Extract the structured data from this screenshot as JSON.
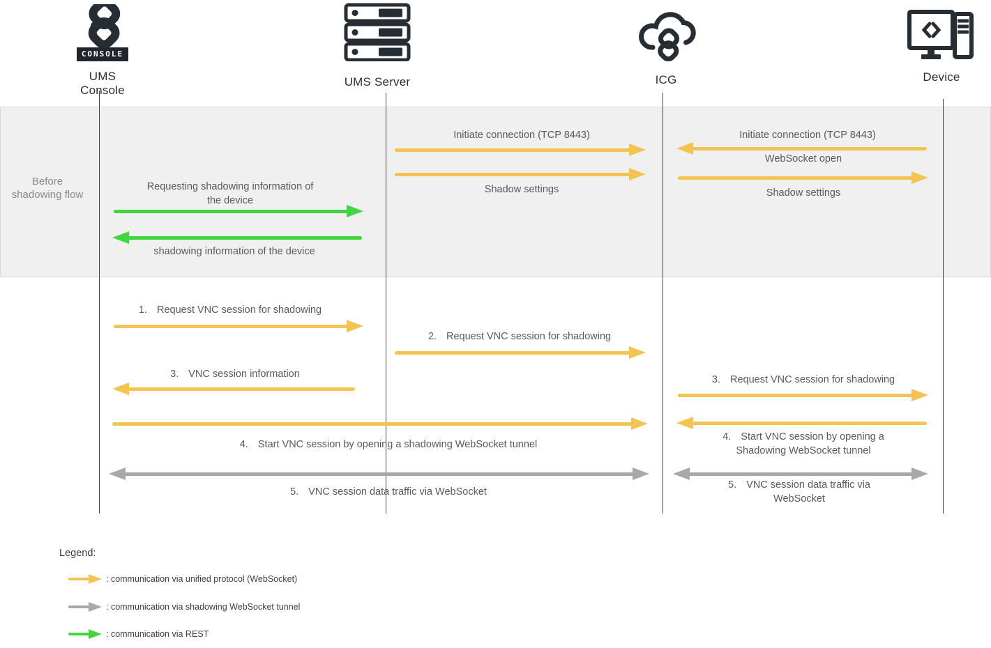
{
  "actors": {
    "console": {
      "label": "UMS Console",
      "badge": "CONSOLE"
    },
    "server": {
      "label": "UMS Server"
    },
    "icg": {
      "label": "ICG"
    },
    "device": {
      "label": "Device"
    }
  },
  "band": {
    "label": "Before shadowing flow"
  },
  "messages": {
    "reqInfo": {
      "text": "Requesting shadowing information of the device"
    },
    "infoBack": {
      "text": "shadowing information of the device"
    },
    "initConn1": {
      "text": "Initiate connection (TCP 8443)"
    },
    "shadowSettings1": {
      "text": "Shadow settings"
    },
    "initConn2": {
      "text": "Initiate connection (TCP 8443)"
    },
    "wsOpen": {
      "text": "WebSocket open"
    },
    "shadowSettings2": {
      "text": "Shadow settings"
    },
    "step1": {
      "num": "1.",
      "text": "Request VNC session for shadowing"
    },
    "step2": {
      "num": "2.",
      "text": "Request VNC session for shadowing"
    },
    "step3a": {
      "num": "3.",
      "text": "VNC session information"
    },
    "step3b": {
      "num": "3.",
      "text": "Request VNC session for shadowing"
    },
    "step4a": {
      "num": "4.",
      "text": "Start VNC session by opening a shadowing WebSocket tunnel"
    },
    "step4b": {
      "num": "4.",
      "text": "Start VNC session by opening a Shadowing WebSocket tunnel"
    },
    "step5a": {
      "num": "5.",
      "text": "VNC session data traffic via WebSocket"
    },
    "step5b": {
      "num": "5.",
      "text": "VNC session data traffic via WebSocket"
    }
  },
  "legend": {
    "title": "Legend:",
    "items": [
      {
        "color": "#F4C452",
        "text": ": communication via unified protocol (WebSocket)"
      },
      {
        "color": "#A8A8A8",
        "text": ": communication via shadowing WebSocket tunnel"
      },
      {
        "color": "#41D53F",
        "text": ": communication via REST"
      }
    ]
  },
  "colors": {
    "arrow_yellow": "#F4C452",
    "arrow_green": "#41D53F",
    "arrow_gray": "#A8A8A8",
    "icon_dark": "#262d33",
    "band_background": "#f0f0f0"
  }
}
